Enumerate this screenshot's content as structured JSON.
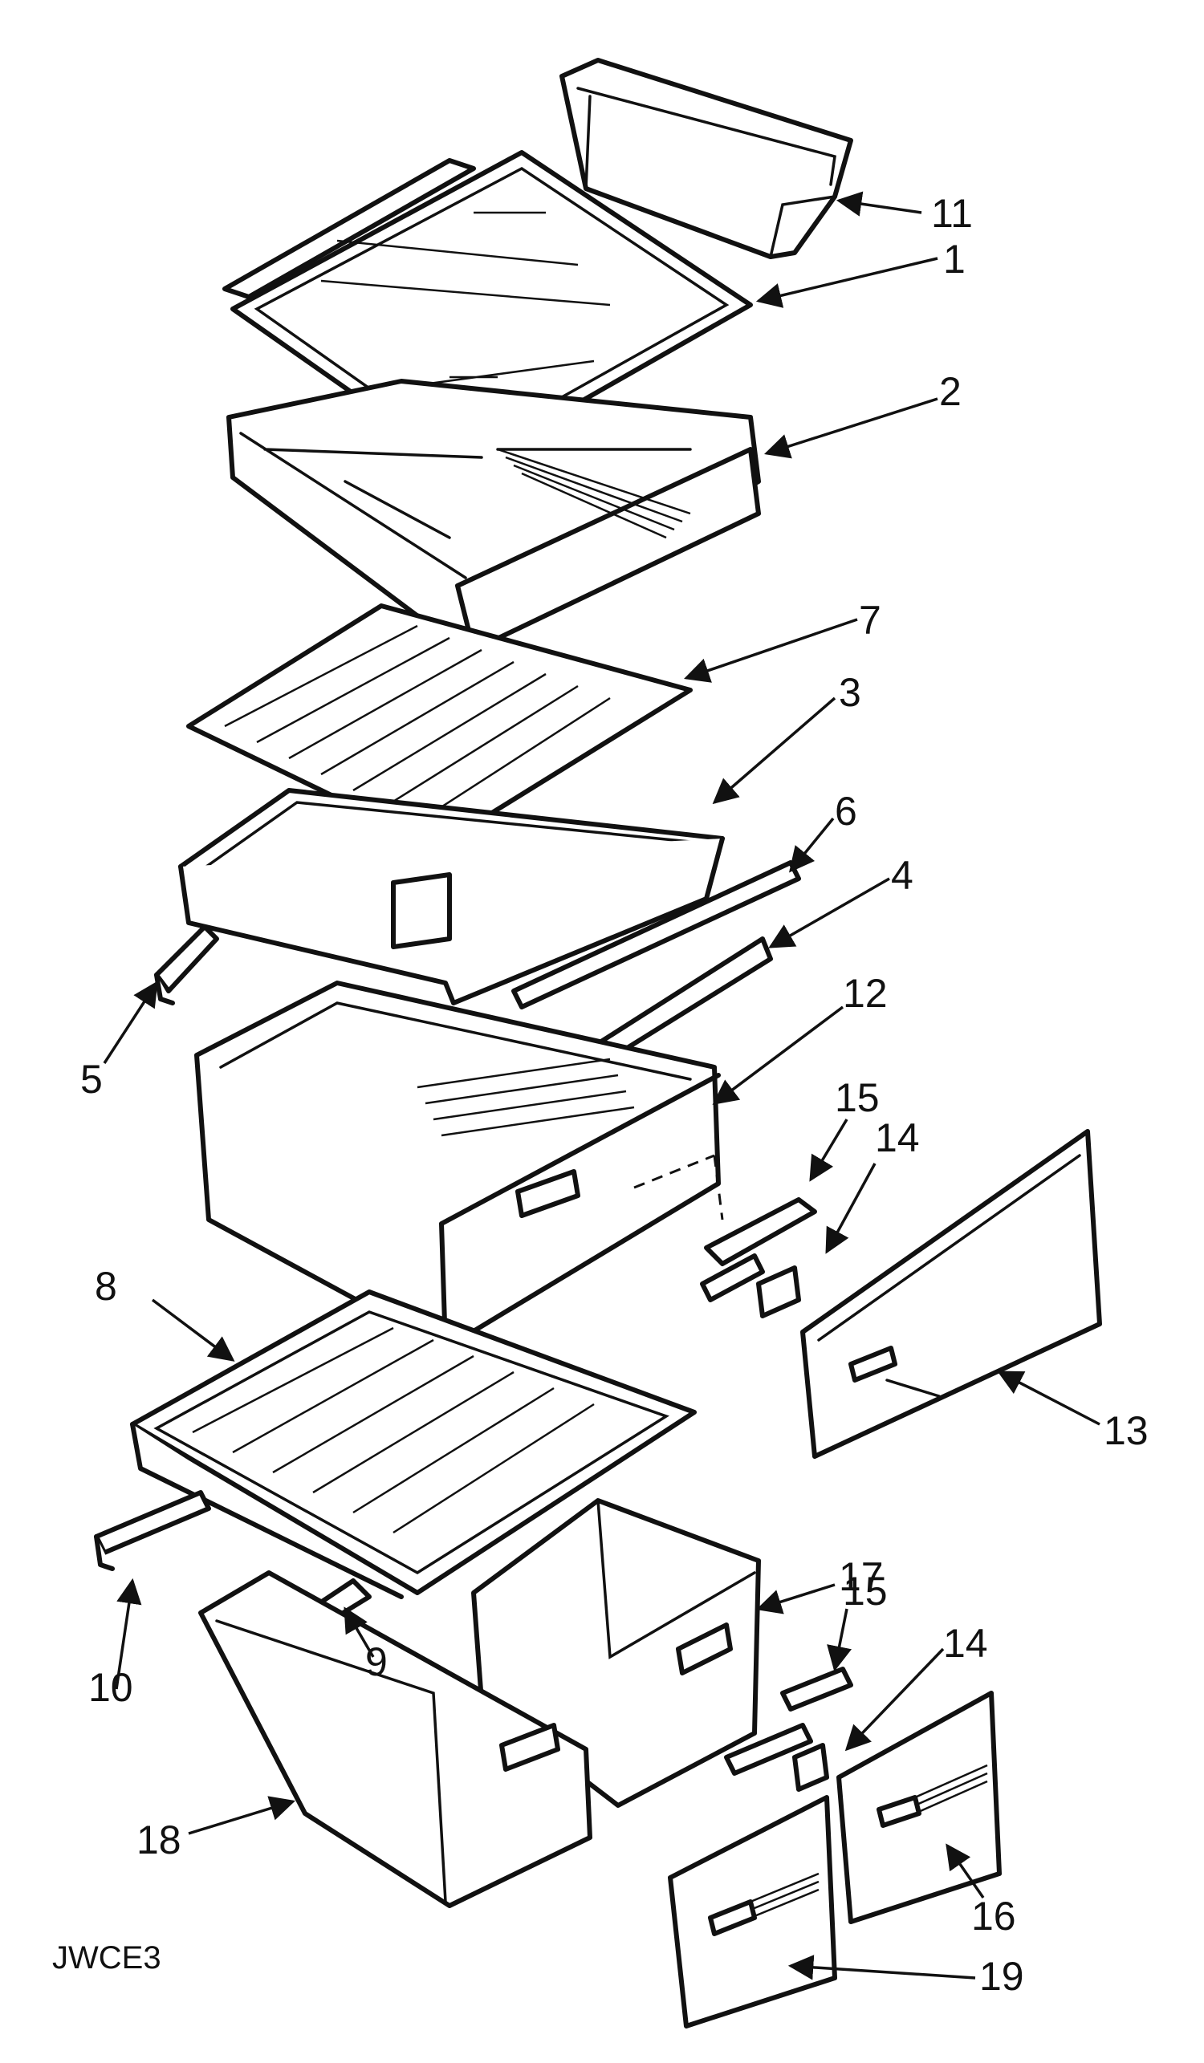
{
  "diagram_code": "JWCE3",
  "callouts": [
    {
      "id": "11",
      "text": "11"
    },
    {
      "id": "1",
      "text": "1"
    },
    {
      "id": "2",
      "text": "2"
    },
    {
      "id": "7",
      "text": "7"
    },
    {
      "id": "3",
      "text": "3"
    },
    {
      "id": "6",
      "text": "6"
    },
    {
      "id": "4",
      "text": "4"
    },
    {
      "id": "12",
      "text": "12"
    },
    {
      "id": "5",
      "text": "5"
    },
    {
      "id": "15a",
      "text": "15"
    },
    {
      "id": "14a",
      "text": "14"
    },
    {
      "id": "8",
      "text": "8"
    },
    {
      "id": "13",
      "text": "13"
    },
    {
      "id": "17",
      "text": "17"
    },
    {
      "id": "15b",
      "text": "15"
    },
    {
      "id": "14b",
      "text": "14"
    },
    {
      "id": "10",
      "text": "10"
    },
    {
      "id": "9",
      "text": "9"
    },
    {
      "id": "18",
      "text": "18"
    },
    {
      "id": "16",
      "text": "16"
    },
    {
      "id": "19",
      "text": "19"
    }
  ]
}
